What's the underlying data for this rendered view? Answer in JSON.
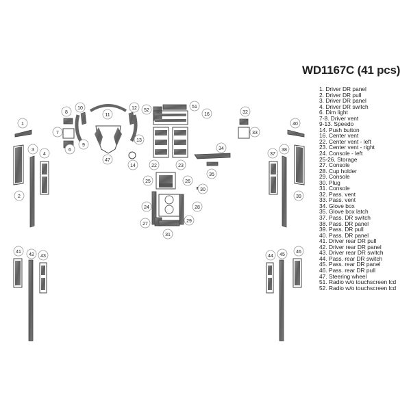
{
  "title": "WD1167C (41 pcs)",
  "legend": [
    {
      "num": "1.",
      "label": "Driver DR panel"
    },
    {
      "num": "2.",
      "label": "Driver DR pull"
    },
    {
      "num": "3.",
      "label": "Driver DR panel"
    },
    {
      "num": "4.",
      "label": "Driver DR switch"
    },
    {
      "num": "6.",
      "label": "Dim light"
    },
    {
      "num": "7-8.",
      "label": "Driver vent"
    },
    {
      "num": "9-13.",
      "label": "Speedo"
    },
    {
      "num": "14.",
      "label": "Push button"
    },
    {
      "num": "16.",
      "label": "Center vent"
    },
    {
      "num": "22.",
      "label": "Center vent - left"
    },
    {
      "num": "23.",
      "label": "Center vent - right"
    },
    {
      "num": "24.",
      "label": "Console - left"
    },
    {
      "num": "25-26.",
      "label": "Storage"
    },
    {
      "num": "27.",
      "label": "Console"
    },
    {
      "num": "28.",
      "label": "Cup holder"
    },
    {
      "num": "29.",
      "label": "Console"
    },
    {
      "num": "30.",
      "label": "Plug"
    },
    {
      "num": "31.",
      "label": "Console"
    },
    {
      "num": "32.",
      "label": "Pass. vent"
    },
    {
      "num": "33.",
      "label": "Pass. vent"
    },
    {
      "num": "34.",
      "label": "Glove box"
    },
    {
      "num": "35.",
      "label": "Glove box latch"
    },
    {
      "num": "37.",
      "label": "Pass. DR switch"
    },
    {
      "num": "38.",
      "label": "Pass. DR panel"
    },
    {
      "num": "39.",
      "label": "Pass. DR pull"
    },
    {
      "num": "40.",
      "label": "Pass. DR panel"
    },
    {
      "num": "41.",
      "label": "Driver rear DR pull"
    },
    {
      "num": "42.",
      "label": "Driver rear DR panel"
    },
    {
      "num": "43.",
      "label": "Driver rear DR switch"
    },
    {
      "num": "44.",
      "label": "Pass. rear DR switch"
    },
    {
      "num": "45.",
      "label": "Pass. rear DR panel"
    },
    {
      "num": "46.",
      "label": "Pass. rear DR pull"
    },
    {
      "num": "47.",
      "label": "Steering wheel"
    },
    {
      "num": "51.",
      "label": "Radio w/o touchscreen lcd"
    },
    {
      "num": "52.",
      "label": "Radio w/o touchscreen lcd"
    }
  ],
  "callouts": [
    "1",
    "2",
    "3",
    "4",
    "6",
    "7",
    "8",
    "9",
    "10",
    "11",
    "12",
    "13",
    "14",
    "16",
    "22",
    "23",
    "24",
    "25",
    "26",
    "27",
    "28",
    "29",
    "30",
    "31",
    "32",
    "33",
    "34",
    "35",
    "37",
    "38",
    "39",
    "40",
    "41",
    "42",
    "43",
    "44",
    "45",
    "46",
    "47",
    "51",
    "52"
  ],
  "colors": {
    "trim": "#6e6e6e",
    "trim_light": "#9a9a9a",
    "outline": "#444444",
    "callout_stroke": "#999999",
    "text": "#222222"
  }
}
